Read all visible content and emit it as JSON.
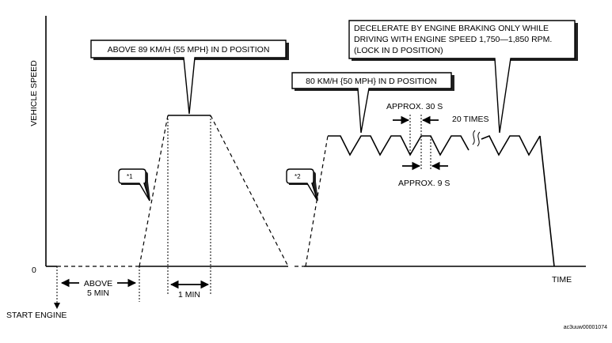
{
  "axes": {
    "y_label": "VEHICLE SPEED",
    "x_label": "TIME",
    "origin": "0"
  },
  "callouts": {
    "above_89": "ABOVE 89 KM/H {55 MPH} IN D POSITION",
    "kmh_80": "80 KM/H {50 MPH} IN D POSITION",
    "decel_line1": "DECELERATE BY ENGINE BRAKING ONLY WHILE",
    "decel_line2": "DRIVING WITH ENGINE SPEED 1,750—1,850 RPM.",
    "decel_line3": "(LOCK IN D POSITION)",
    "note1": "*1",
    "note2": "*2"
  },
  "intervals": {
    "above_5min_line1": "ABOVE",
    "above_5min_line2": "5 MIN",
    "one_min": "1 MIN",
    "approx_30s": "APPROX. 30 S",
    "approx_9s": "APPROX. 9 S",
    "times_20": "20 TIMES"
  },
  "markers": {
    "start_engine": "START ENGINE"
  },
  "figure_ref": "ac3uuw00001074"
}
